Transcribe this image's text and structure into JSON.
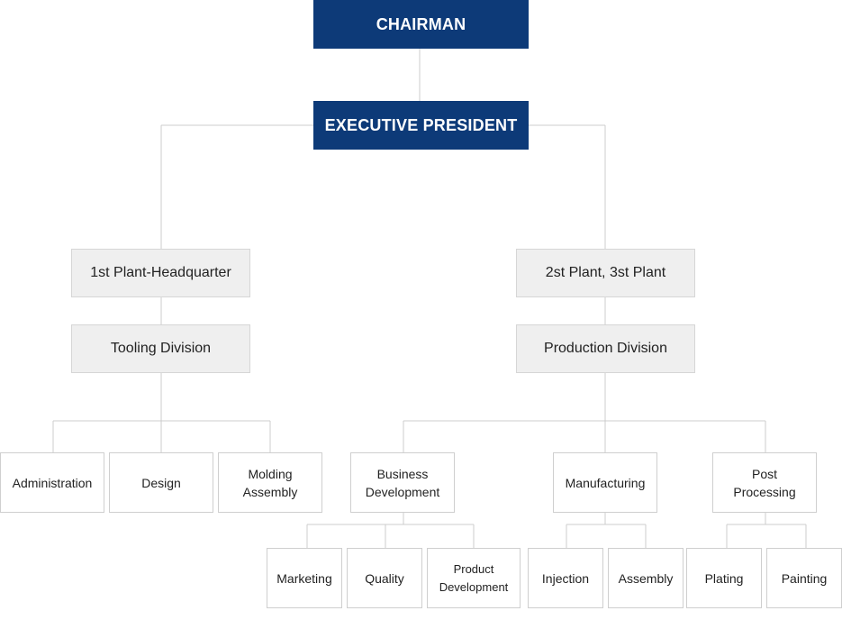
{
  "chart": {
    "chairman": "CHAIRMAN",
    "executive_president": "EXECUTIVE PRESIDENT",
    "plant1": "1st Plant-Headquarter",
    "plant23": "2st Plant, 3st Plant",
    "tooling": "Tooling Division",
    "production": "Production Division",
    "tooling_units": [
      "Administration",
      "Design",
      "Molding\nAssembly"
    ],
    "production_units": [
      "Business\nDevelopment",
      "Manufacturing",
      "Post\nProcessing"
    ],
    "business_dev_units": [
      "Marketing",
      "Quality",
      "Product\nDevelopment"
    ],
    "manufacturing_units": [
      "Injection",
      "Assembly"
    ],
    "post_processing_units": [
      "Plating",
      "Painting"
    ]
  },
  "colors": {
    "executive_fill": "#0d3a78",
    "division_fill": "#efefef",
    "connector": "#cccccc"
  }
}
